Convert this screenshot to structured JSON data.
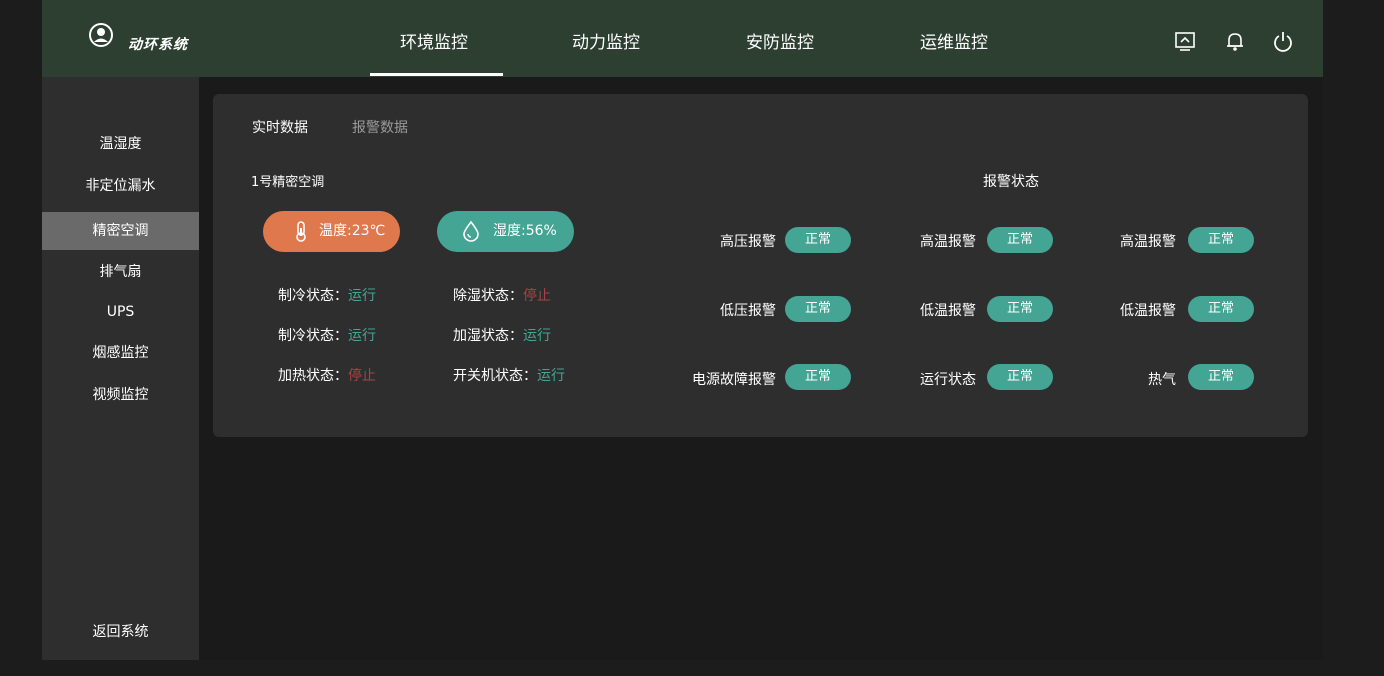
{
  "header": {
    "logo_text": "动环系统",
    "nav": [
      "环境监控",
      "动力监控",
      "安防监控",
      "运维监控"
    ],
    "active_nav": "环境监控"
  },
  "sidebar": {
    "items": [
      "温湿度",
      "非定位漏水",
      "精密空调",
      "排气扇",
      "UPS",
      "烟感监控",
      "视频监控"
    ],
    "active": "精密空调",
    "back_label": "返回系统"
  },
  "panel": {
    "tabs": [
      "实时数据",
      "报警数据"
    ],
    "unit_title": "1号精密空调",
    "temperature": "温度:23℃",
    "humidity": "湿度:56%",
    "states": [
      {
        "label": "制冷状态：",
        "value": "运行",
        "kind": "run"
      },
      {
        "label": "除湿状态：",
        "value": "停止",
        "kind": "stop"
      },
      {
        "label": "制冷状态：",
        "value": "运行",
        "kind": "run"
      },
      {
        "label": "加湿状态：",
        "value": "运行",
        "kind": "run"
      },
      {
        "label": "加热状态：",
        "value": "停止",
        "kind": "stop"
      },
      {
        "label": "开关机状态：",
        "value": "运行",
        "kind": "run"
      }
    ],
    "alarm_title": "报警状态",
    "alarms": [
      {
        "label": "高压报警",
        "status": "正常"
      },
      {
        "label": "高温报警",
        "status": "正常"
      },
      {
        "label": "高温报警",
        "status": "正常"
      },
      {
        "label": "低压报警",
        "status": "正常"
      },
      {
        "label": "低温报警",
        "status": "正常"
      },
      {
        "label": "低温报警",
        "status": "正常"
      },
      {
        "label": "电源故障报警",
        "status": "正常"
      },
      {
        "label": "运行状态",
        "status": "正常"
      },
      {
        "label": "热气",
        "status": "正常"
      }
    ]
  },
  "colors": {
    "header_bg": "#2c3f31",
    "run": "#44a594",
    "stop": "#a54444",
    "temp_pill": "#e0784e",
    "humidity_pill": "#44a594"
  }
}
